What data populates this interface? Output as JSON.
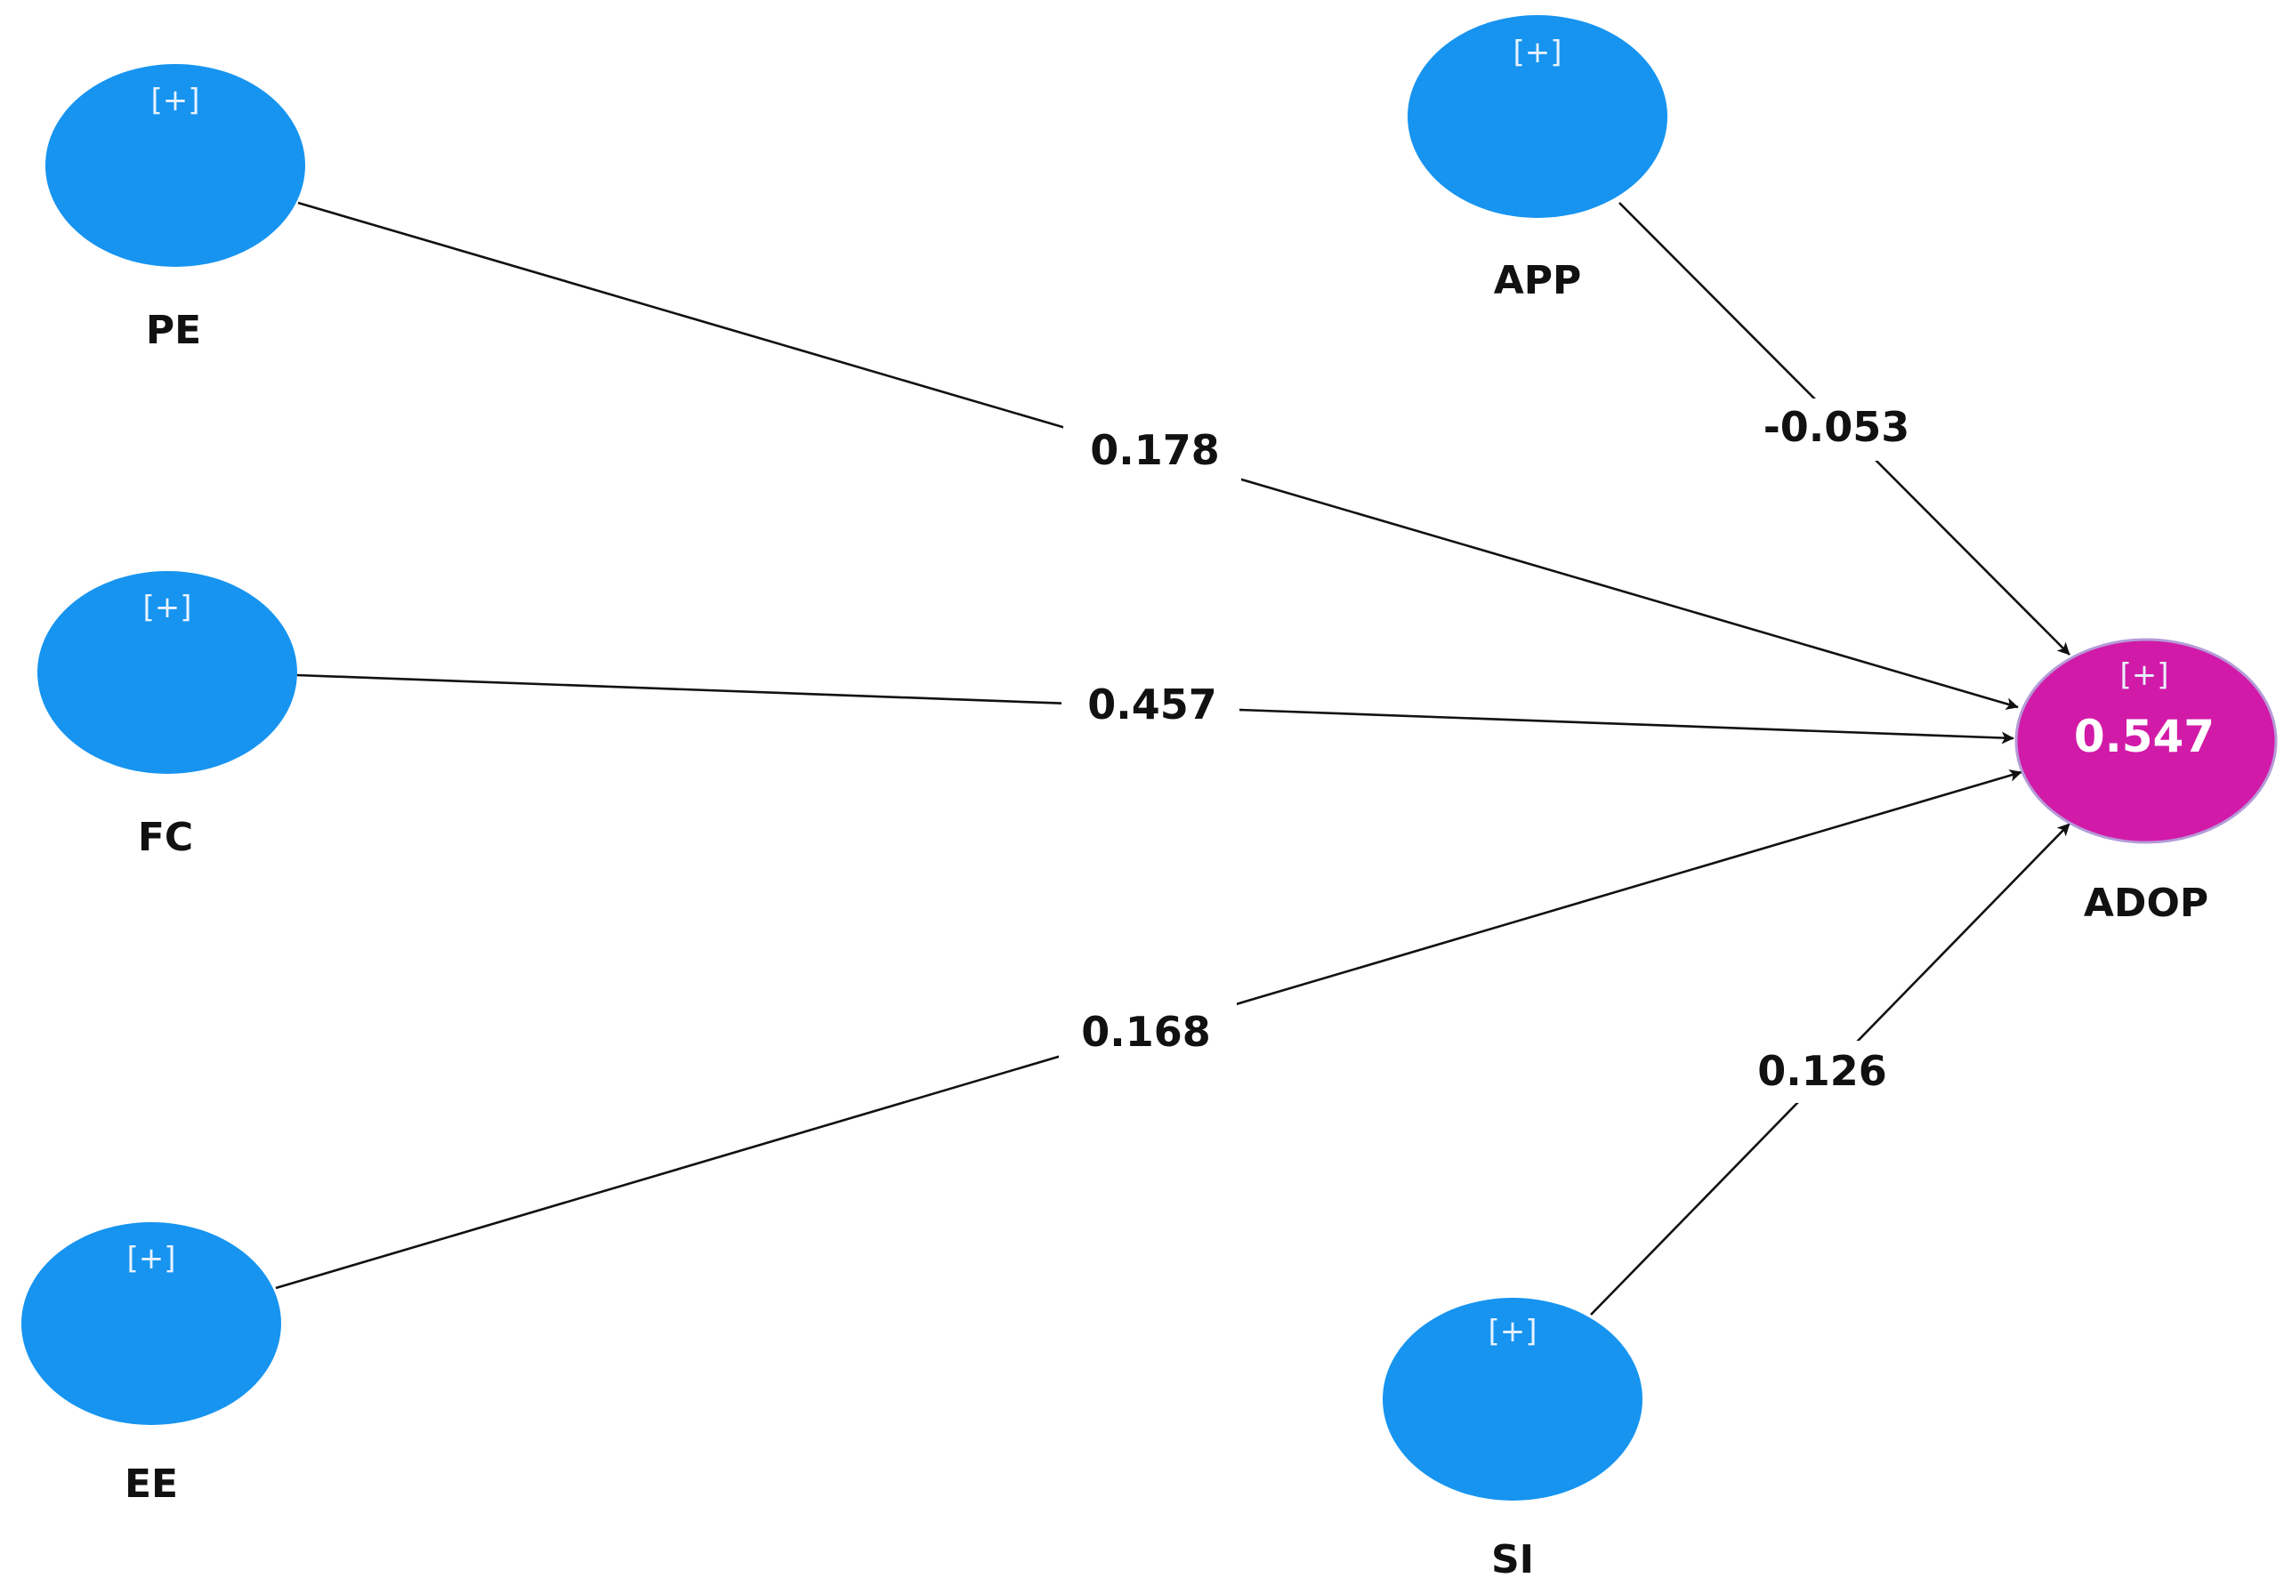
{
  "colors": {
    "exogenous_node": "#1694f0",
    "endogenous_node": "#d21aa8",
    "edge": "#111111",
    "label": "#111111"
  },
  "nodes": {
    "pe": {
      "label": "PE",
      "expand": "[+]"
    },
    "fc": {
      "label": "FC",
      "expand": "[+]"
    },
    "ee": {
      "label": "EE",
      "expand": "[+]"
    },
    "app": {
      "label": "APP",
      "expand": "[+]"
    },
    "si": {
      "label": "SI",
      "expand": "[+]"
    },
    "adop": {
      "label": "ADOP",
      "expand": "[+]",
      "r_squared": "0.547"
    }
  },
  "paths": {
    "pe_adop": {
      "from": "PE",
      "to": "ADOP",
      "coefficient": "0.178"
    },
    "fc_adop": {
      "from": "FC",
      "to": "ADOP",
      "coefficient": "0.457"
    },
    "ee_adop": {
      "from": "EE",
      "to": "ADOP",
      "coefficient": "0.168"
    },
    "app_adop": {
      "from": "APP",
      "to": "ADOP",
      "coefficient": "-0.053"
    },
    "si_adop": {
      "from": "SI",
      "to": "ADOP",
      "coefficient": "0.126"
    }
  }
}
